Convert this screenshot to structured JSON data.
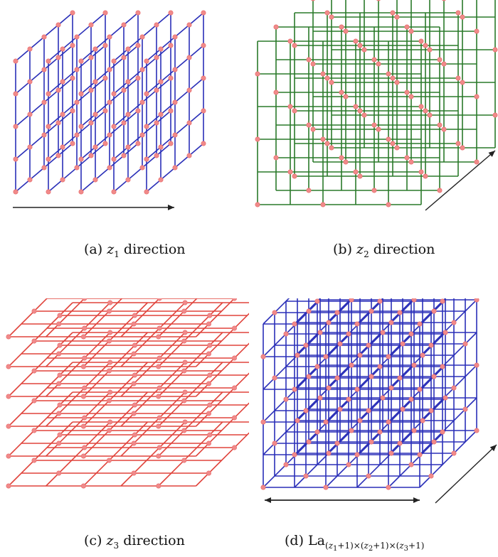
{
  "panels": [
    {
      "id": "a",
      "tag": "(a)",
      "var": "z",
      "index": "1",
      "suffix": "direction",
      "color": "#2a2fb8"
    },
    {
      "id": "b",
      "tag": "(b)",
      "var": "z",
      "index": "2",
      "suffix": "direction",
      "color": "#2a7a2a"
    },
    {
      "id": "c",
      "tag": "(c)",
      "var": "z",
      "index": "3",
      "suffix": "direction",
      "color": "#e0443c"
    },
    {
      "id": "d",
      "tag": "(d)",
      "base": "La",
      "subscript": "(z1+1)×(z2+1)×(z3+1)",
      "color": "#2a2fb8"
    }
  ],
  "colors": {
    "node": "#f08a8a",
    "node_stroke": "#e86a6a",
    "arrow": "#222222"
  }
}
